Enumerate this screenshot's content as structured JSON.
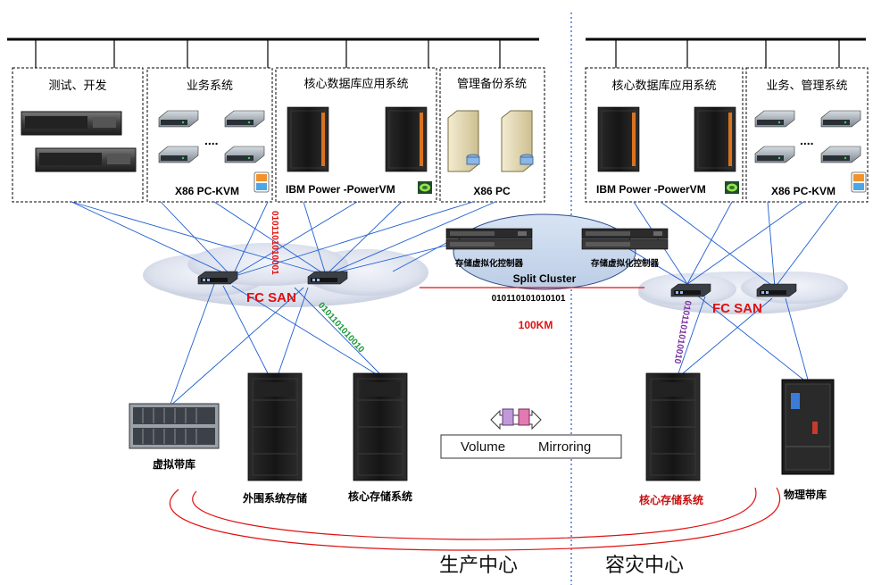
{
  "production": {
    "groups": {
      "test_dev": "测试、开发",
      "business": "业务系统",
      "core_db": "核心数据库应用系统",
      "mgmt_backup": "管理备份系统"
    },
    "platforms": {
      "x86_kvm": "X86 PC-KVM",
      "ibm_power": "IBM Power -PowerVM",
      "x86_pc": "X86 PC"
    },
    "ellipsis": "....",
    "san_label": "FC  SAN",
    "binary_red": "0101101010001",
    "binary_green": "0101101010010",
    "virtual_tape": "虚拟带库",
    "peripheral_storage": "外围系统存储",
    "core_storage": "核心存储系统",
    "center_label": "生产中心"
  },
  "cluster": {
    "controller_left": "存储虚拟化控制器",
    "controller_right": "存储虚拟化控制器",
    "label": "Split Cluster",
    "link_binary": "010110101010101",
    "distance": "100KM"
  },
  "mirroring": {
    "volume": "Volume",
    "mirroring": "Mirroring"
  },
  "dr": {
    "groups": {
      "core_db": "核心数据库应用系统",
      "business_mgmt": "业务、管理系统"
    },
    "platforms": {
      "ibm_power": "IBM Power -PowerVM",
      "x86_kvm": "X86 PC-KVM"
    },
    "ellipsis": "....",
    "san_label": "FC  SAN",
    "binary_purple": "0101101010010",
    "core_storage": "核心存储系统",
    "physical_tape": "物理带库",
    "center_label": "容灾中心"
  },
  "colors": {
    "link_blue": "#1f5fd1",
    "san_red": "#e01010",
    "binary_green": "#1a9a3a",
    "binary_purple": "#7b2fa0",
    "divider": "#3a6fd8"
  }
}
